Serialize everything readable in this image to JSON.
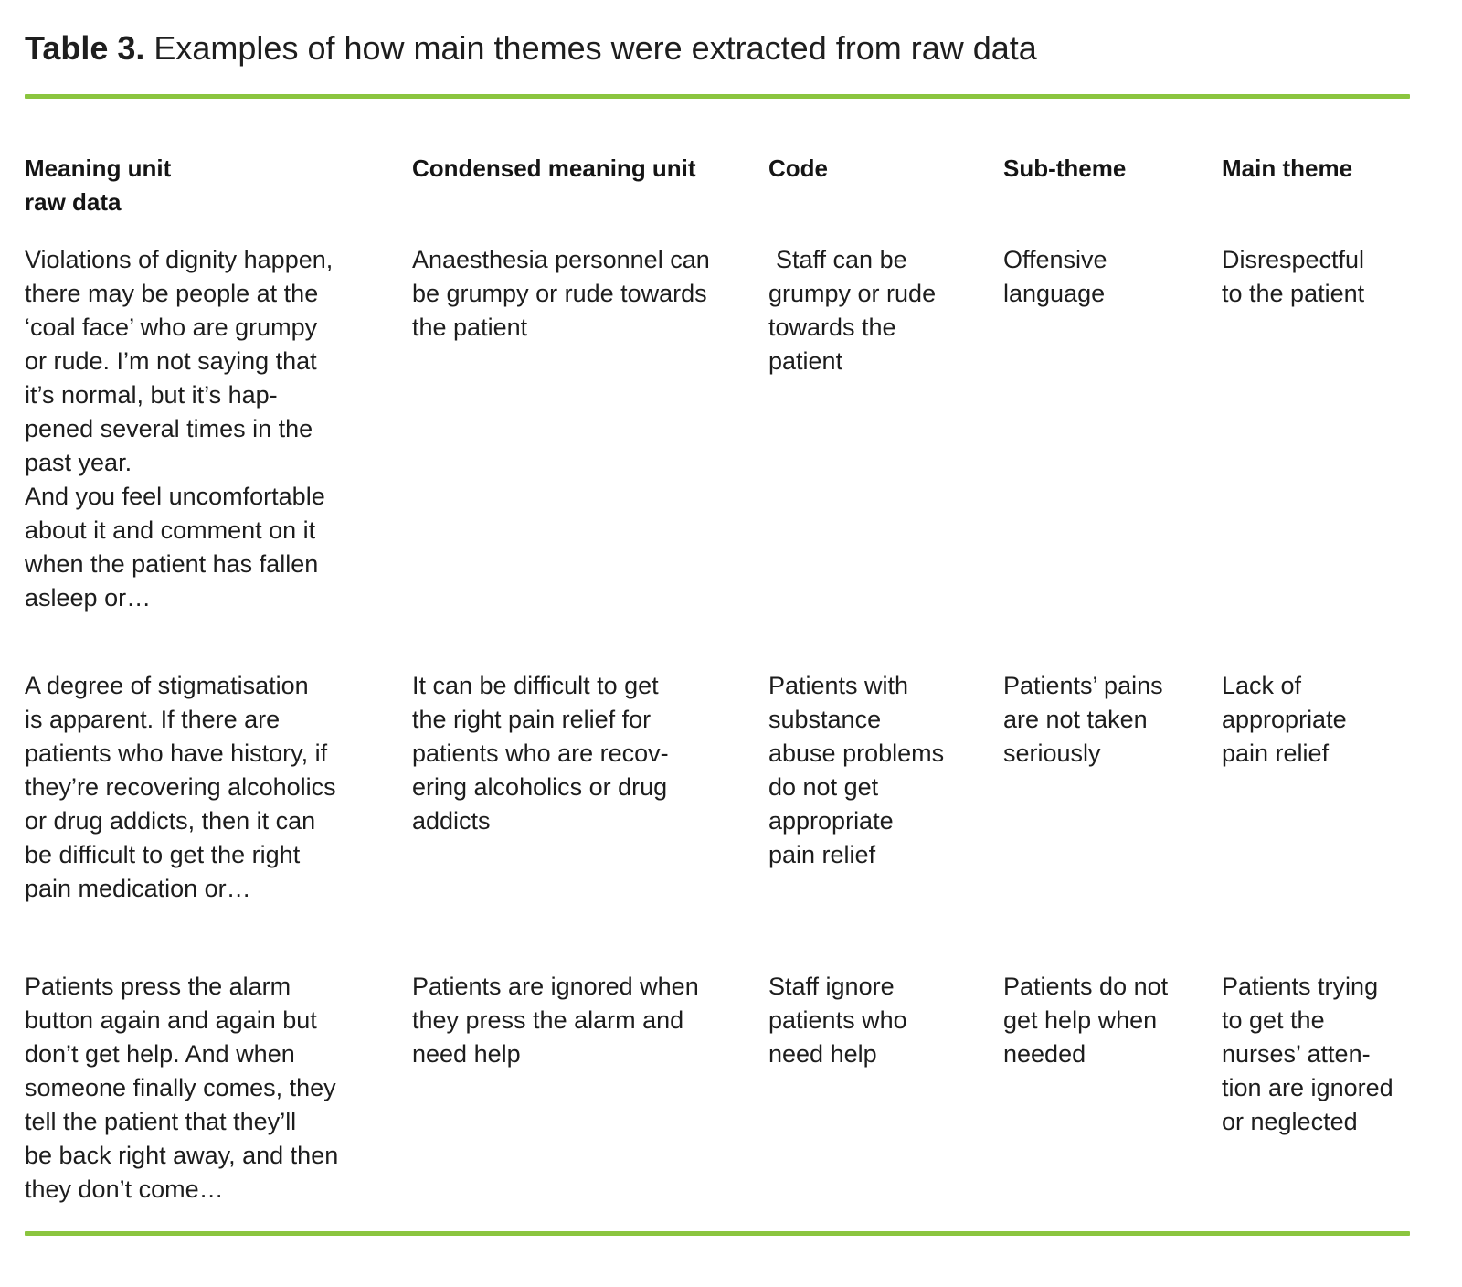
{
  "title": {
    "label": "Table 3. ",
    "text": "Examples of how main themes were extracted from raw data"
  },
  "colors": {
    "rule_green": "#8bc53f",
    "text": "#1e1e1e"
  },
  "table": {
    "headers": [
      "Meaning unit\nraw data",
      "Condensed meaning unit",
      "Code",
      "Sub-theme",
      "Main theme"
    ],
    "rows": [
      {
        "cells": [
          "Violations of dignity happen,\nthere may be people at the\n‘coal face’ who are grumpy\nor rude. I’m not saying that\nit’s normal, but it’s hap-\npened several times in the\npast year.\nAnd you feel uncomfortable\nabout it and comment on it\nwhen the patient has fallen\nasleep or…",
          "Anaesthesia personnel can\nbe grumpy or rude towards\nthe patient",
          "Staff can be\ngrumpy or rude\ntowards the\npatient",
          "Offensive\nlanguage",
          "Disrespectful\nto the patient"
        ]
      },
      {
        "cells": [
          "A degree of stigmatisation\nis apparent. If there are\npatients who have history, if\nthey’re recovering alcoholics\nor drug addicts, then it can\nbe difficult to get the right\npain medication or…",
          "It can be difficult to get\nthe right pain relief for\npatients who are recov-\nering alcoholics or drug\naddicts",
          "Patients with\nsubstance\nabuse problems\ndo not get\nappropriate\npain relief",
          "Patients’ pains\nare not taken\nseriously",
          "Lack of\nappropriate\npain relief"
        ]
      },
      {
        "cells": [
          "Patients press the alarm\nbutton again and again but\ndon’t get help. And when\nsomeone finally comes, they\ntell the patient that they’ll\nbe back right away, and then\nthey don’t come…",
          "Patients are ignored when\nthey press the alarm and\nneed help",
          "Staff ignore\npatients who\nneed help",
          "Patients do not\nget help when\nneeded",
          "Patients trying\nto get the\nnurses’ atten-\ntion are ignored\nor neglected"
        ]
      }
    ]
  }
}
